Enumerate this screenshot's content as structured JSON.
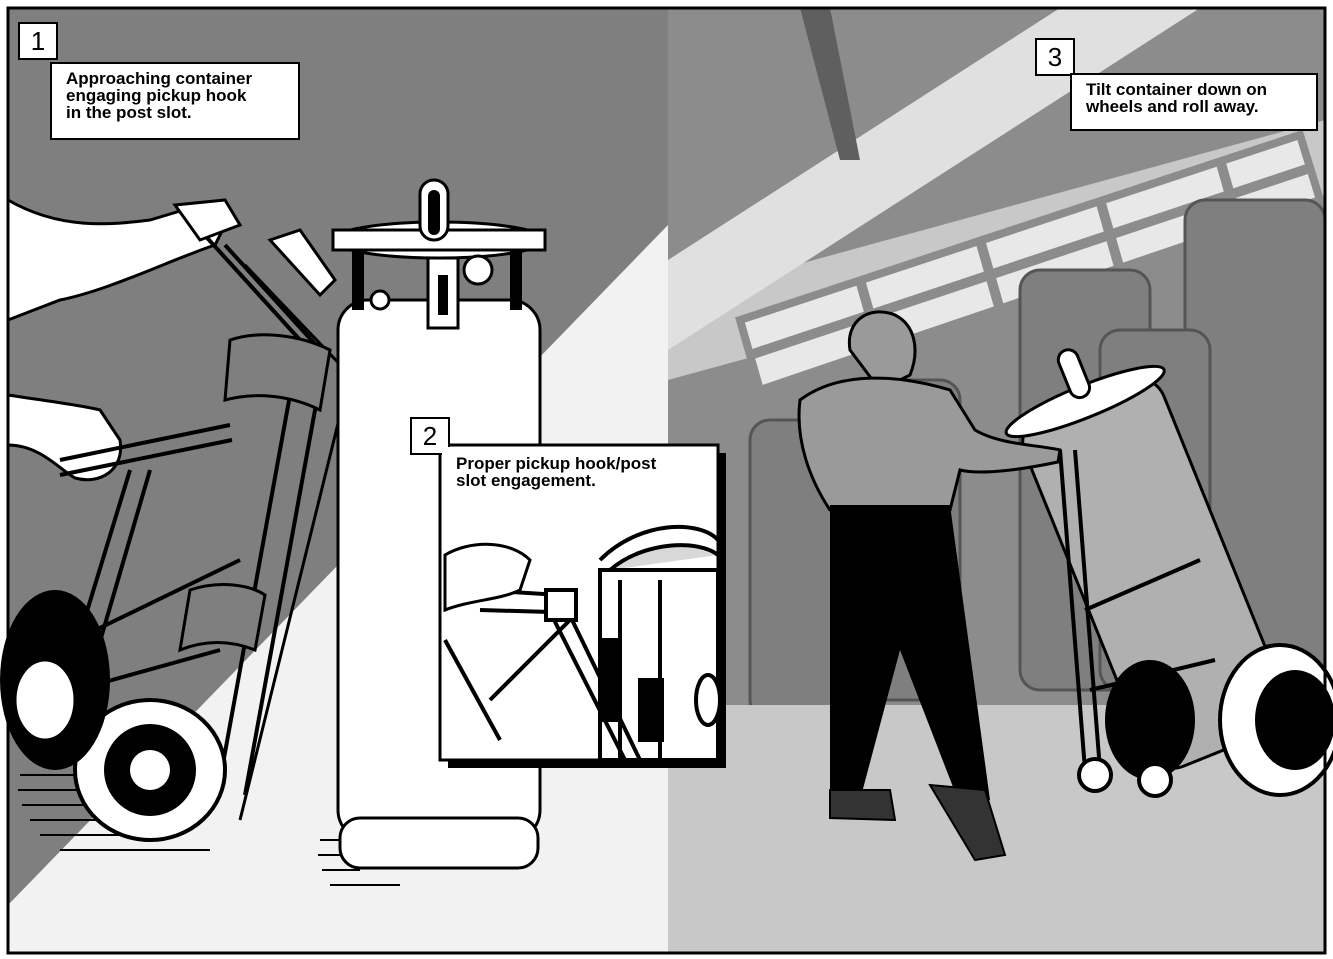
{
  "panels": [
    {
      "number": "1",
      "caption_lines": [
        "Approaching container",
        "engaging pickup hook",
        "in the post slot."
      ]
    },
    {
      "number": "2",
      "caption_lines": [
        "Proper pickup hook/post",
        "slot engagement."
      ]
    },
    {
      "number": "3",
      "caption_lines": [
        "Tilt container down on",
        "wheels and roll away."
      ]
    }
  ],
  "colors": {
    "panel1_wall": "#7f7f7f",
    "panel1_floor": "#f2f2f2",
    "panel3_wall": "#8c8c8c",
    "panel3_beam": "#5f5f5f",
    "panel3_floor": "#c8c8c8",
    "skylight": "#e8e8e8",
    "ink": "#000000"
  }
}
